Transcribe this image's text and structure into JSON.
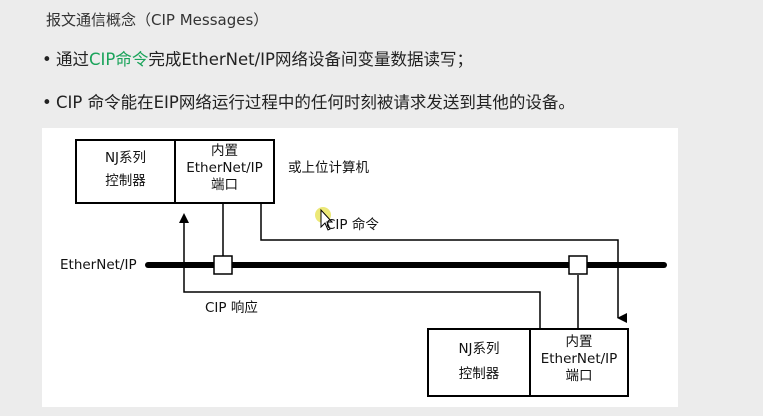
{
  "header": {
    "title": "报文通信概念（CIP Messages）"
  },
  "bullets": {
    "b1_pre": "通过",
    "b1_hl": "CIP命令",
    "b1_post": "完成EtherNet/IP网络设备间变量数据读写；",
    "b2": "CIP 命令能在EIP网络运行过程中的任何时刻被请求发送到其他的设备。",
    "dot": "•"
  },
  "diagram": {
    "top_controller": [
      "NJ系列",
      "控制器"
    ],
    "top_port": [
      "内置",
      "EtherNet/IP",
      "端口"
    ],
    "top_alt": "或上位计算机",
    "bottom_controller": [
      "NJ系列",
      "控制器"
    ],
    "bottom_port": [
      "内置",
      "EtherNet/IP",
      "端口"
    ],
    "network_label": "EtherNet/IP",
    "cip_command": "CIP 命令",
    "cip_response": "CIP 响应"
  },
  "colors": {
    "highlight": "#1aa35a",
    "line": "#000000",
    "cursor": "#e6e04a"
  }
}
